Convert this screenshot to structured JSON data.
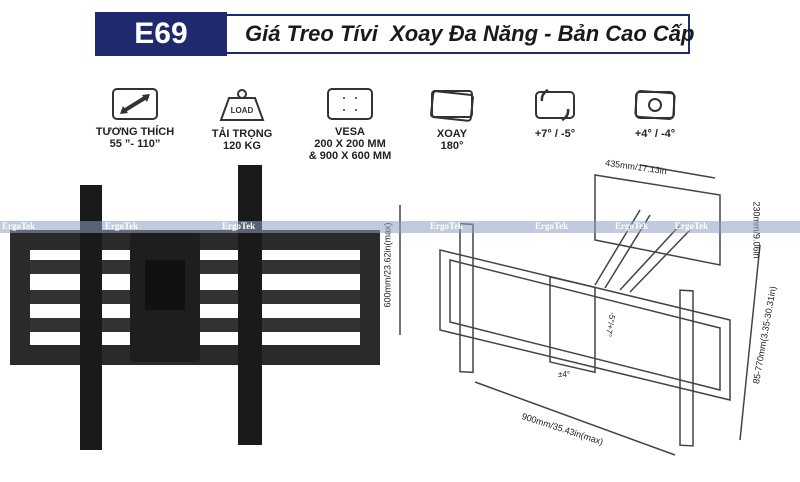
{
  "header": {
    "model": "E69",
    "title": "Giá Treo Tívi  Xoay Đa Năng - Bản Cao Cấp"
  },
  "features": [
    {
      "icon": "resize-arrow-icon",
      "line1": "TƯƠNG THÍCH",
      "line2": "55 ”- 110”",
      "line3": ""
    },
    {
      "icon": "load-weight-icon",
      "icon_text": "LOAD",
      "line1": "TẢI TRỌNG",
      "line2": "120 KG",
      "line3": ""
    },
    {
      "icon": "vesa-icon",
      "line1": "VESA",
      "line2": "200 X 200 MM",
      "line3": "& 900 X 600 MM"
    },
    {
      "icon": "swivel-icon",
      "line1": "XOAY",
      "line2": "180°",
      "line3": ""
    },
    {
      "icon": "tilt-icon",
      "line1": "+7° / -5°",
      "line2": "",
      "line3": ""
    },
    {
      "icon": "rotate-icon",
      "line1": "+4° / -4°",
      "line2": "",
      "line3": ""
    }
  ],
  "watermark": "ErgoTek",
  "dimensions": {
    "arm_width": "435mm/17.13in",
    "arm_height": "230mm/9.06in",
    "height": "600mm/23.62in(max)",
    "width": "900mm/35.43in(max)",
    "depth": "85-770mm(3.35-30.31in)",
    "tilt": "-5°/+7°",
    "rotate": "±4°"
  }
}
